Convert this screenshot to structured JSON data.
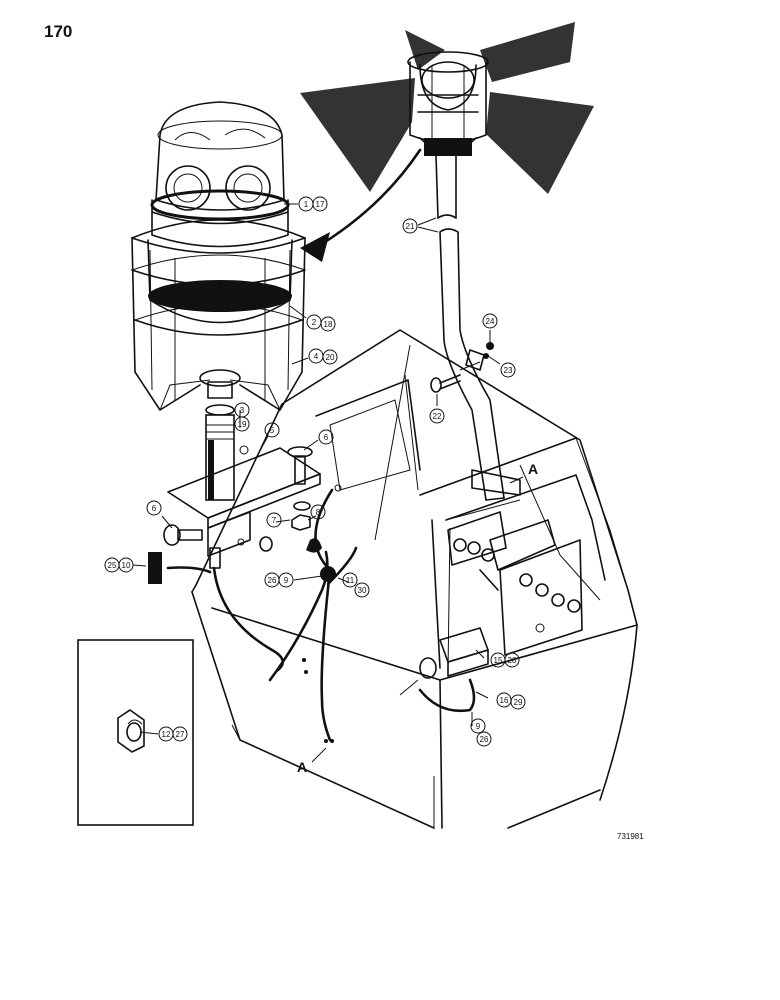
{
  "page_number": "170",
  "figure_number": "731981",
  "reference_letters": [
    "A",
    "A"
  ],
  "callouts": [
    {
      "id": "c1",
      "label": "1",
      "paired": "17"
    },
    {
      "id": "c2",
      "label": "2",
      "paired": "18"
    },
    {
      "id": "c3",
      "label": "4",
      "paired": "20"
    },
    {
      "id": "c4",
      "label": "3",
      "paired": "19"
    },
    {
      "id": "c5",
      "label": "5",
      "paired": ""
    },
    {
      "id": "c6",
      "label": "6",
      "paired": ""
    },
    {
      "id": "c7",
      "label": "6",
      "paired": ""
    },
    {
      "id": "c8",
      "label": "7",
      "paired": ""
    },
    {
      "id": "c9",
      "label": "8",
      "paired": ""
    },
    {
      "id": "c10",
      "label": "25",
      "paired": "10"
    },
    {
      "id": "c11",
      "label": "26",
      "paired": "9"
    },
    {
      "id": "c12",
      "label": "11",
      "paired": "30"
    },
    {
      "id": "c13",
      "label": "21",
      "paired": ""
    },
    {
      "id": "c14",
      "label": "24",
      "paired": ""
    },
    {
      "id": "c15",
      "label": "23",
      "paired": ""
    },
    {
      "id": "c16",
      "label": "22",
      "paired": ""
    },
    {
      "id": "c17",
      "label": "15",
      "paired": "28"
    },
    {
      "id": "c18",
      "label": "16",
      "paired": "29"
    },
    {
      "id": "c19",
      "label": "9",
      "paired": "26"
    },
    {
      "id": "c20",
      "label": "12",
      "paired": "27"
    }
  ]
}
